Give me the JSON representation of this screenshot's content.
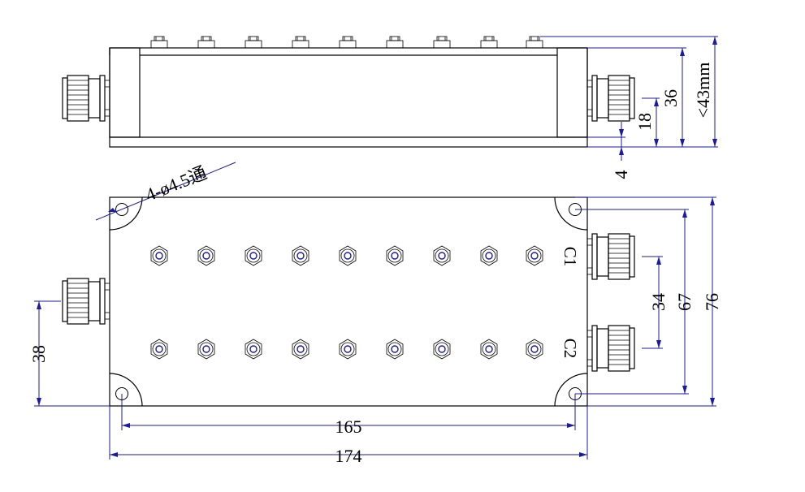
{
  "drawing": {
    "hole_note": "4-ø4.5通",
    "port_labels": {
      "c1": "C1",
      "c2": "C2"
    },
    "dimensions": {
      "total_height_side": "<43mm",
      "height_36": "36",
      "height_18": "18",
      "flange_4": "4",
      "width_76": "76",
      "width_67": "67",
      "spacing_34": "34",
      "left_38": "38",
      "length_165": "165",
      "length_174": "174"
    },
    "colors": {
      "line": "#000000",
      "dimension": "#1a1aa6"
    }
  }
}
